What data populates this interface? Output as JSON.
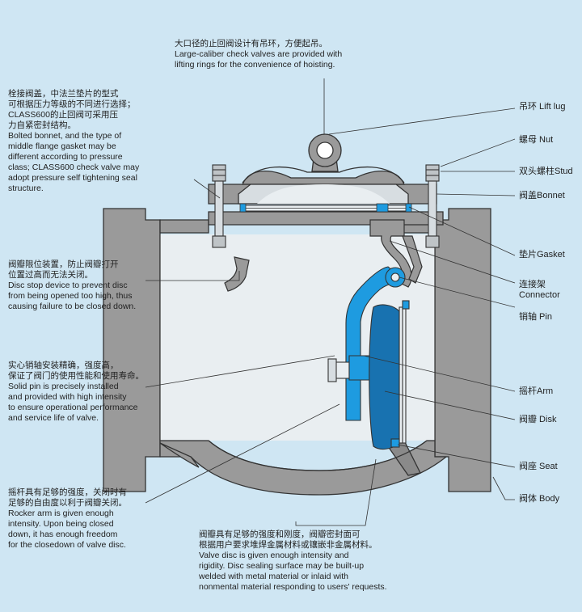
{
  "notes": {
    "top": {
      "zh": "大口径的止回阀设计有吊环，方便起吊。",
      "en": [
        "Large-caliber check valves are provided with",
        "lifting rings for the convenience of hoisting."
      ]
    },
    "bonnet": {
      "zh": [
        "栓接阀盖，中法兰垫片的型式",
        "可根据压力等级的不同进行选择；",
        "CLASS600的止回阀可采用压",
        "力自紧密封结构。"
      ],
      "en": [
        "Bolted bonnet, and the type of",
        "middle flange gasket may be",
        "different according to pressure",
        "class; CLASS600 check valve may",
        "adopt pressure self tightening seal",
        "structure."
      ]
    },
    "stop": {
      "zh": [
        "阀瓣限位装置，防止阀瓣打开",
        "位置过高而无法关闭。"
      ],
      "en": [
        "Disc stop device to prevent disc",
        "from being opened too  high, thus",
        "causing failure to be closed down."
      ]
    },
    "pin": {
      "zh": [
        "实心销轴安装精确，强度高，",
        "保证了阀门的使用性能和使用寿命。"
      ],
      "en": [
        "Solid pin is precisely installed",
        "and provided with high intensity",
        "to ensure operational performance",
        "and service life of valve."
      ]
    },
    "arm": {
      "zh": [
        "摇杆具有足够的强度，关闭时有",
        "足够的自由度以利于阀瓣关闭。"
      ],
      "en": [
        "Rocker arm is given enough",
        "intensity. Upon being closed",
        "down, it has enough freedom",
        "for the closedown of valve disc."
      ]
    },
    "disc": {
      "zh": [
        "阀瓣具有足够的强度和刚度，阀瓣密封面可",
        "根据用户要求堆焊金属材料或镶嵌非金属材料。"
      ],
      "en": [
        "Valve disc is given enough intensity and",
        "rigidity. Disc sealing surface may be built-up",
        "welded with metal material or inlaid with",
        "nonmental material responding to users' requests."
      ]
    }
  },
  "labels": {
    "lift_lug": "吊环 Lift lug",
    "nut": "螺母 Nut",
    "stud": "双头螺柱Stud",
    "bonnet": "阀盖Bonnet",
    "gasket": "垫片Gasket",
    "connector_zh": "连接架",
    "connector_en": "Connector",
    "pin": "销轴 Pin",
    "arm": "摇杆Arm",
    "disc": "阀瓣 Disk",
    "seat": "阀座 Seat",
    "body": "阀体 Body"
  },
  "colors": {
    "background": "#cfe6f3",
    "metal": "#9a9a9a",
    "arm_blue": "#1e9be0",
    "disc_blue": "#1872b0",
    "outline": "#333333"
  }
}
